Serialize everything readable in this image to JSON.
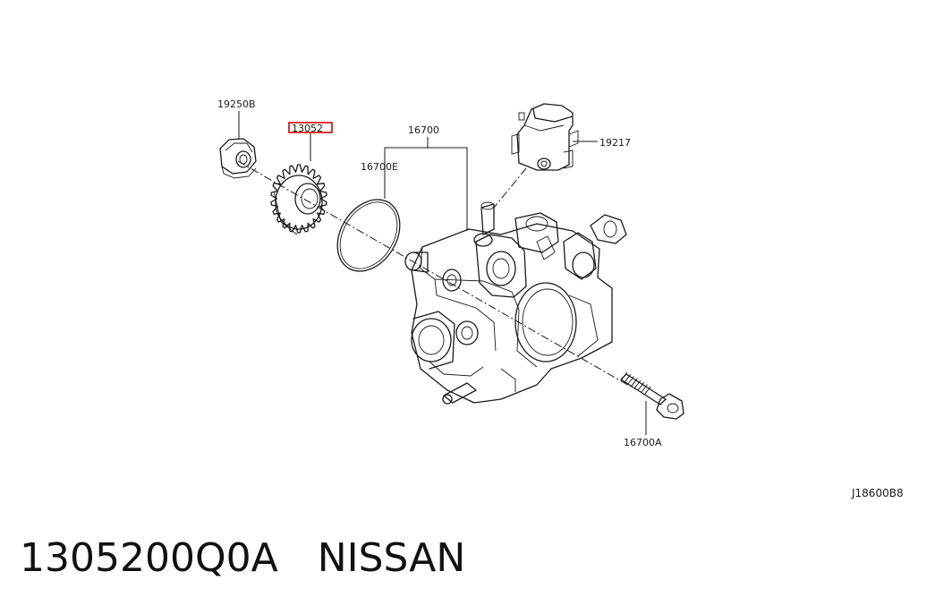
{
  "diagram": {
    "labels": {
      "nut": "19250B",
      "gear": "13052",
      "pump": "16700",
      "o_ring": "16700E",
      "sensor": "19217",
      "bolt": "16700A"
    },
    "highlighted_label_color": "#d40000",
    "reference_code": "J18600B8"
  },
  "footer": {
    "part_number": "1305200Q0A",
    "brand": "NISSAN"
  }
}
